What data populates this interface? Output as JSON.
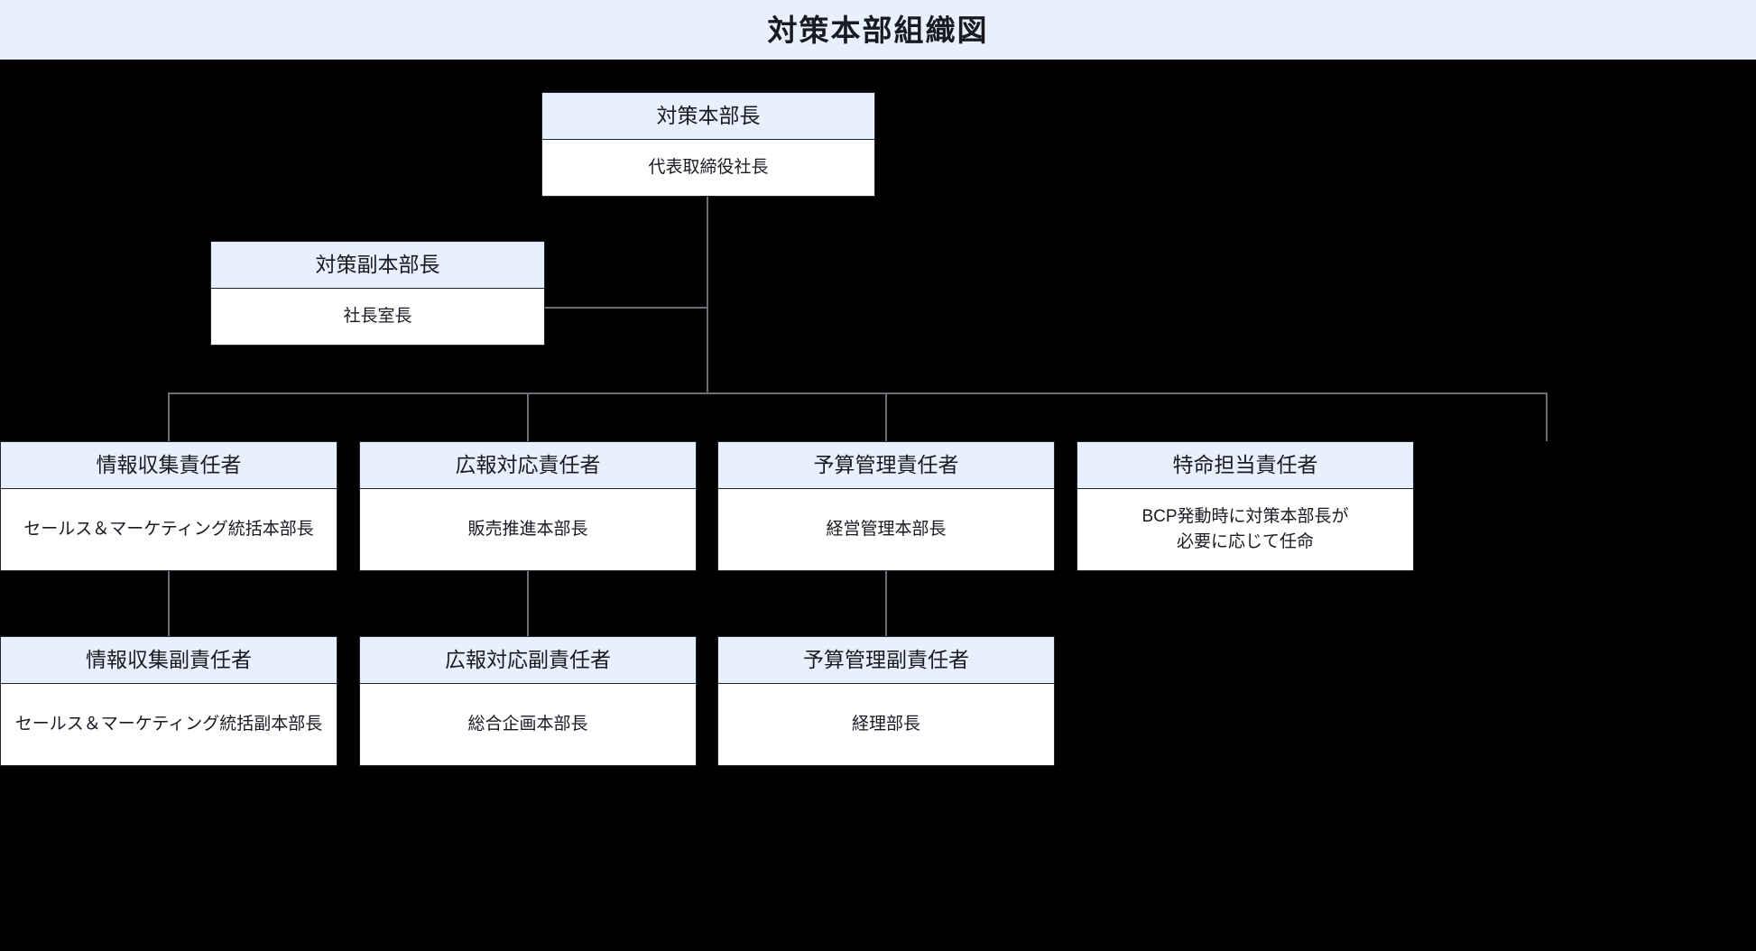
{
  "title": "対策本部組織図",
  "theme": {
    "background": "#000000",
    "header_fill": "#e9f0fd",
    "body_fill": "#ffffff",
    "border": "#1f2430",
    "connector": "#6d6d75",
    "text": "#1a1a22"
  },
  "nodes": {
    "chief": {
      "role": "対策本部長",
      "person": "代表取締役社長"
    },
    "vice_chief": {
      "role": "対策副本部長",
      "person": "社長室長"
    },
    "managers": [
      {
        "role": "情報収集責任者",
        "person": "セールス＆マーケティング統括本部長"
      },
      {
        "role": "広報対応責任者",
        "person": "販売推進本部長"
      },
      {
        "role": "予算管理責任者",
        "person": "経営管理本部長"
      },
      {
        "role": "特命担当責任者",
        "person": "BCP発動時に対策本部長が\n必要に応じて任命"
      }
    ],
    "deputies": [
      {
        "role": "情報収集副責任者",
        "person": "セールス＆マーケティング統括副本部長"
      },
      {
        "role": "広報対応副責任者",
        "person": "総合企画本部長"
      },
      {
        "role": "予算管理副責任者",
        "person": "経理部長"
      }
    ]
  }
}
